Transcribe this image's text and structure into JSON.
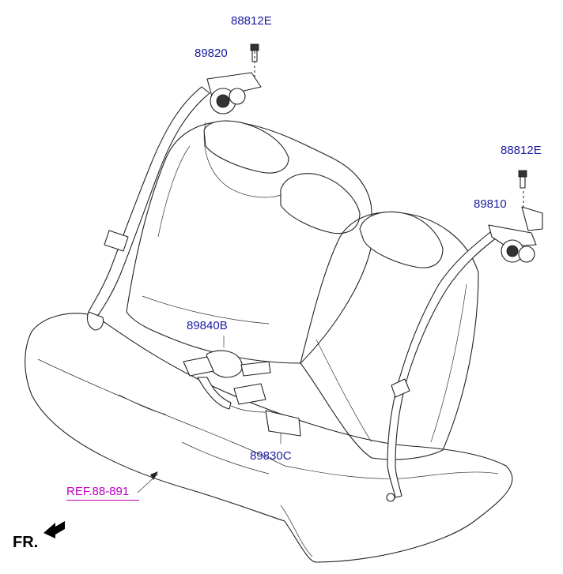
{
  "labels": {
    "bolt_upper": "88812E",
    "retractor_left": "89820",
    "bolt_right": "88812E",
    "retractor_right": "89810",
    "center_belt": "89840B",
    "buckle": "89830C",
    "reference": "REF.88-891",
    "front": "FR."
  },
  "colors": {
    "part_number": "#1a1aa0",
    "reference": "#c000c0",
    "line": "#222222"
  }
}
